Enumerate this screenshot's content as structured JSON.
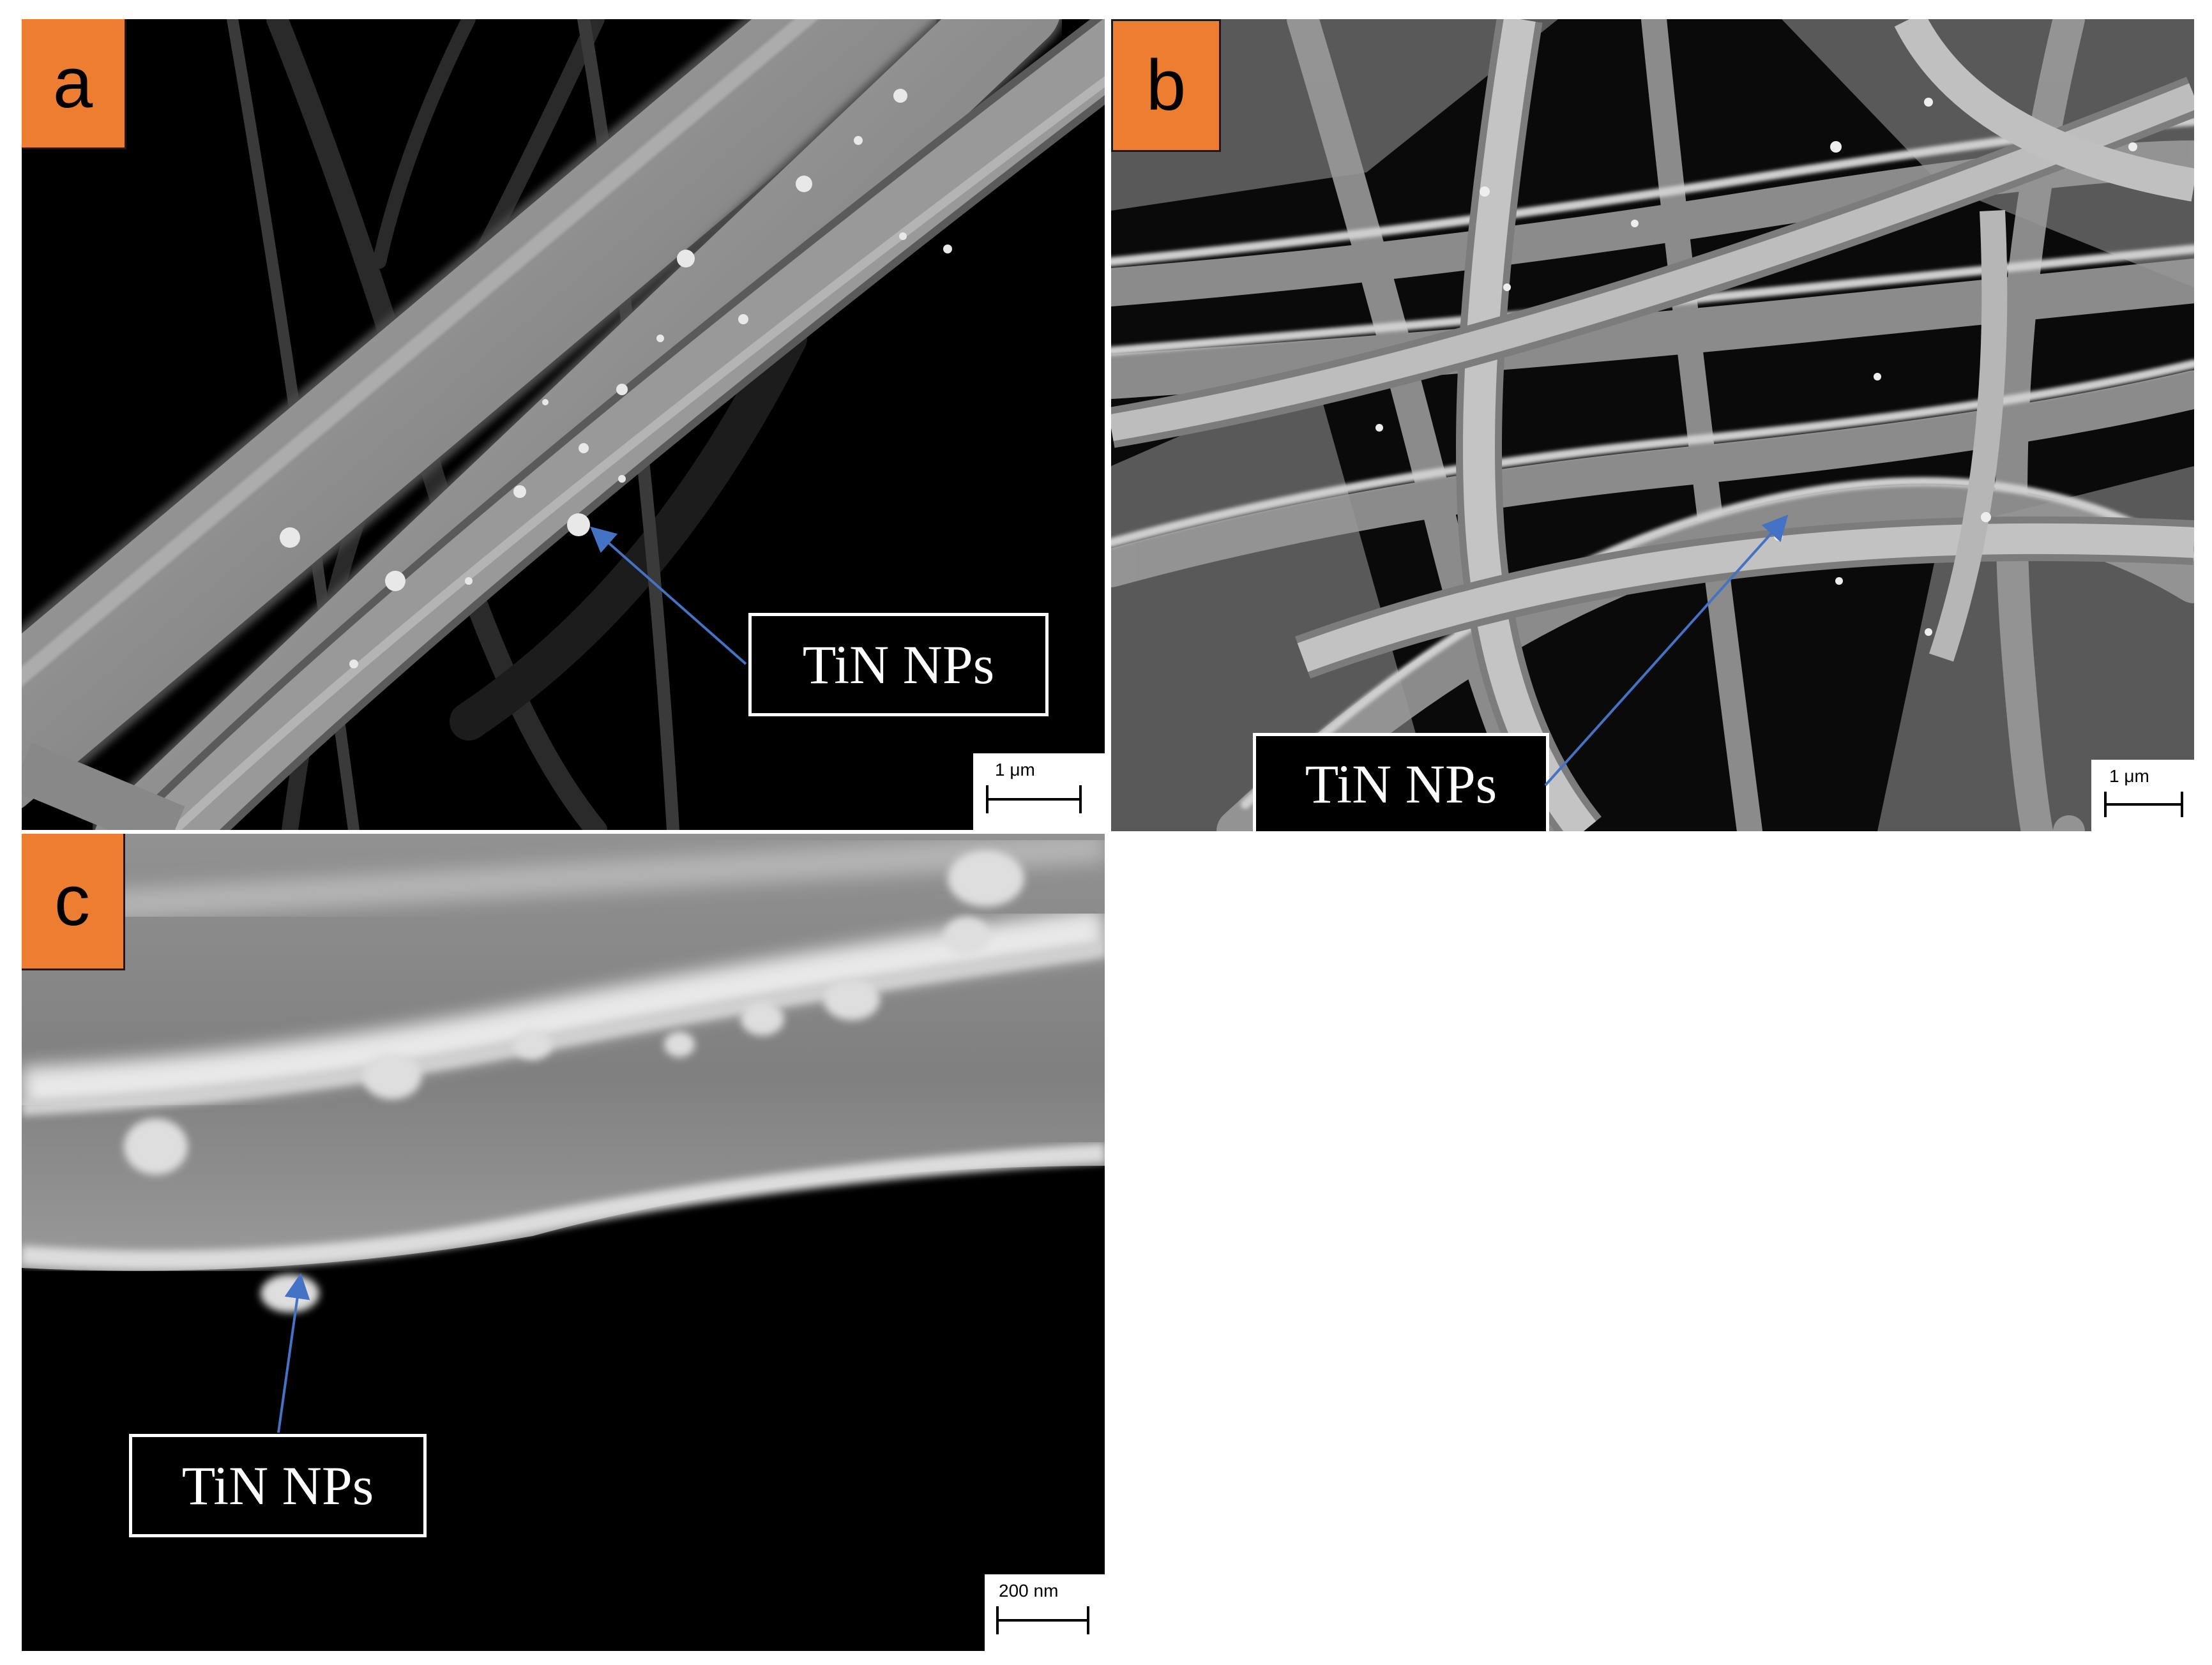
{
  "panels": {
    "a": {
      "label": "a",
      "callout": "TiN NPs",
      "scale_bar": "1 μm"
    },
    "b": {
      "label": "b",
      "callout": "TiN NPs",
      "scale_bar": "1 μm"
    },
    "c": {
      "label": "c",
      "callout": "TiN NPs",
      "scale_bar": "200 nm"
    }
  },
  "colors": {
    "label_background": "#ed7d31",
    "arrow": "#4472c4",
    "callout_border": "#ffffff"
  }
}
